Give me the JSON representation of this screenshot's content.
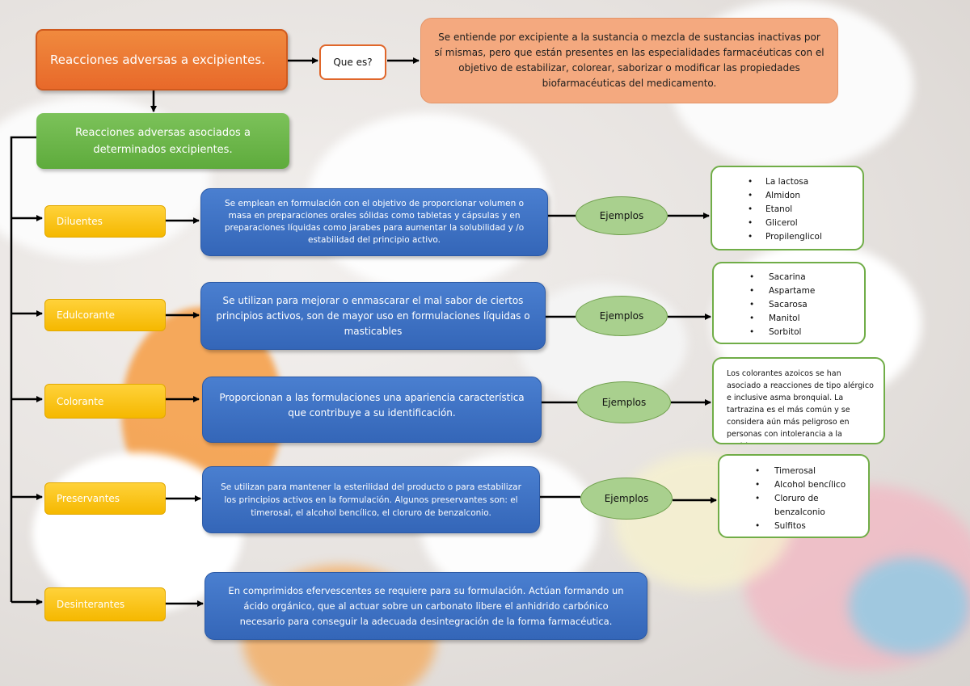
{
  "title": "Reacciones adversas a excipientes.",
  "question": "Que es?",
  "definition": "Se entiende por excipiente a la sustancia o mezcla de sustancias inactivas por sí mismas, pero que están presentes en las especialidades farmacéuticas con el objetivo de estabilizar, colorear, saborizar o modificar las propiedades biofarmacéuticas del medicamento.",
  "subtitle": "Reacciones adversas asociados a determinados excipientes.",
  "example_label": "Ejemplos",
  "categories": [
    {
      "name": "Diluentes",
      "description": "Se emplean en formulación con el objetivo de proporcionar volumen o masa en preparaciones orales sólidas como tabletas y cápsulas y en preparaciones líquidas como jarabes para aumentar la solubilidad y /o estabilidad del principio activo.",
      "examples": [
        "La lactosa",
        "Almidon",
        "Etanol",
        "Glicerol",
        "Propilenglicol"
      ]
    },
    {
      "name": "Edulcorante",
      "description": "Se utilizan para mejorar o enmascarar el mal sabor de ciertos principios activos, son de mayor uso en formulaciones líquidas o masticables",
      "examples": [
        "Sacarina",
        "Aspartame",
        "Sacarosa",
        "Manitol",
        "Sorbitol"
      ]
    },
    {
      "name": "Colorante",
      "description": "Proporcionan a las formulaciones una apariencia característica que contribuye a su identificación.",
      "examples_text": "Los colorantes azoicos se han asociado a reacciones de tipo alérgico e inclusive asma bronquial. La tartrazina es el más común y se considera aún más peligroso en personas con intolerancia a la aspirina."
    },
    {
      "name": "Preservantes",
      "description": "Se utilizan para mantener la esterilidad del producto o para estabilizar los principios activos en la formulación. Algunos preservantes son: el timerosal, el alcohol bencílico, el cloruro de benzalconio.",
      "examples": [
        "Timerosal",
        "Alcohol bencílico",
        "Cloruro de benzalconio",
        "Sulfitos"
      ]
    },
    {
      "name": "Desinterantes",
      "description": "En comprimidos efervescentes se requiere para su formulación. Actúan formando un ácido orgánico, que al actuar sobre un carbonato libere el anhidrido carbónico necesario para conseguir la adecuada desintegración de la forma farmacéutica."
    }
  ],
  "colors": {
    "orange": "#e8692a",
    "green": "#5eab3c",
    "yellow": "#f5b800",
    "blue": "#3466b8",
    "ellipse": "#a9d08e",
    "list_border": "#70ad47"
  }
}
